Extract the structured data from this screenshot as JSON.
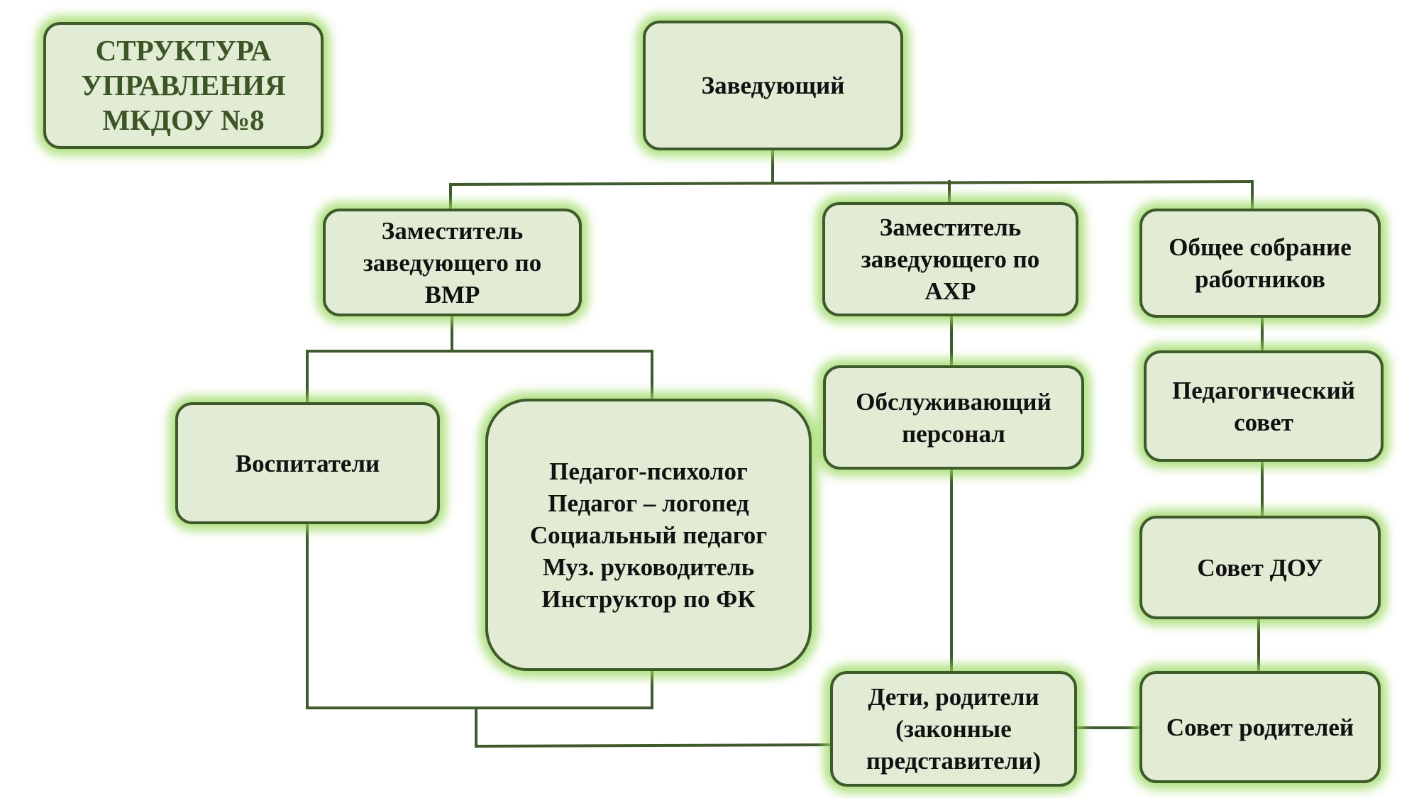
{
  "title": "СТРУКТУРА\nУПРАВЛЕНИЯ\nМКДОУ №8",
  "colors": {
    "box_fill": "#e2ecd5",
    "box_border": "#3e5a2a",
    "glow": "#96d75a",
    "connector": "#3f5a2d",
    "title_text": "#3b5526",
    "body_text": "#111111"
  },
  "nodes": {
    "head": "Заведующий",
    "deputy_vmr": "Заместитель\nзаведующего по\nВМР",
    "deputy_ahr": "Заместитель\nзаведующего по\nАХР",
    "general_meeting": "Общее собрание\nработников",
    "educators": "Воспитатели",
    "specialists": "Педагог-психолог\nПедагог – логопед\nСоциальный педагог\nМуз. руководитель\nИнструктор по ФК",
    "service_staff": "Обслуживающий\nперсонал",
    "pedagogical_council": "Педагогический\nсовет",
    "dou_council": "Совет ДОУ",
    "children_parents": "Дети, родители\n(законные\nпредставители)",
    "parents_council": "Совет родителей"
  }
}
